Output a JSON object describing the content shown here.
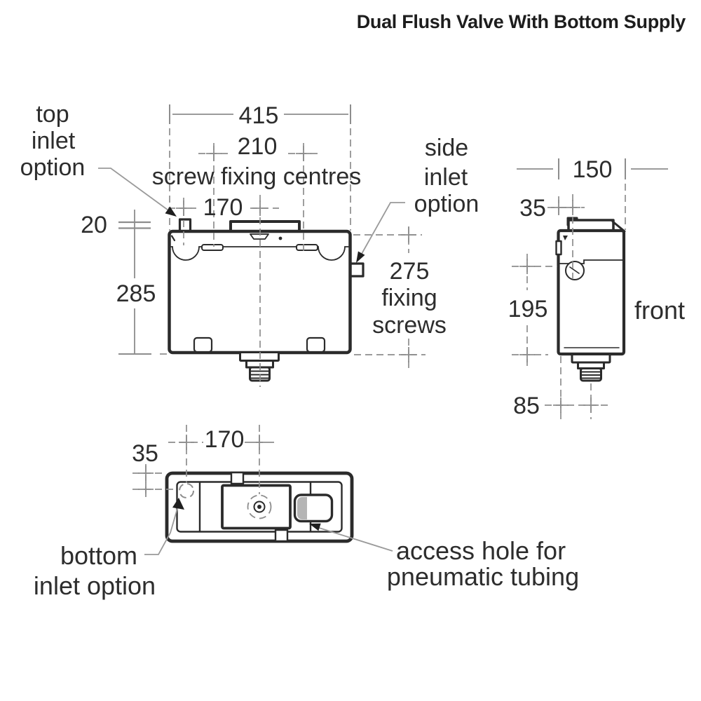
{
  "title": "Dual Flush Valve With Bottom Supply",
  "front_view": {
    "overall_width": "415",
    "upper_screw_centres": "210",
    "screw_centres_caption": "screw fixing centres",
    "lower_screw_centres": "170",
    "top_inlet_offset": "20",
    "body_height": "285",
    "fixing_screw_spacing": "275",
    "fixing_caption_line1": "fixing",
    "fixing_caption_line2": "screws",
    "top_inlet_line1": "top",
    "top_inlet_line2": "inlet",
    "top_inlet_line3": "option",
    "side_inlet_line1": "side",
    "side_inlet_line2": "inlet",
    "side_inlet_line3": "option"
  },
  "side_view": {
    "depth": "150",
    "inlet_offset": "35",
    "inlet_height": "195",
    "outlet_offset": "85",
    "caption": "front"
  },
  "plan_view": {
    "inlet_offset": "35",
    "inlet_centres": "170",
    "bottom_inlet_line1": "bottom",
    "bottom_inlet_line2": "inlet option",
    "access_hole_line1": "access hole for",
    "access_hole_line2": "pneumatic tubing"
  },
  "colors": {
    "line": "#2b2b2b",
    "dimension": "#8d8d8d",
    "text": "#2d2d2d",
    "shade": "#b5b5b5",
    "background": "#ffffff"
  }
}
